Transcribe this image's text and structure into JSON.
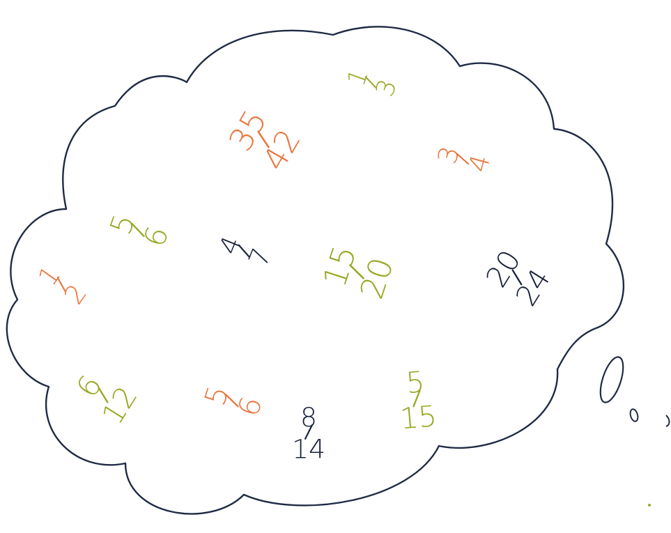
{
  "colors": {
    "outline": "#1f2b44",
    "orange": "#e8773f",
    "green": "#9aa824",
    "dark": "#16203a"
  },
  "fractions": [
    {
      "id": "frac-1-3",
      "numerator": "1",
      "denominator": "3",
      "color": "green"
    },
    {
      "id": "frac-35-42",
      "numerator": "35",
      "denominator": "42",
      "color": "orange"
    },
    {
      "id": "frac-3-4",
      "numerator": "3",
      "denominator": "4",
      "color": "orange"
    },
    {
      "id": "frac-5-6-top",
      "numerator": "5",
      "denominator": "6",
      "color": "green"
    },
    {
      "id": "frac-4-7",
      "numerator": "4",
      "denominator": "7",
      "color": "dark"
    },
    {
      "id": "frac-15-20",
      "numerator": "15",
      "denominator": "20",
      "color": "green"
    },
    {
      "id": "frac-20-24",
      "numerator": "20",
      "denominator": "24",
      "color": "dark"
    },
    {
      "id": "frac-1-2",
      "numerator": "1",
      "denominator": "2",
      "color": "orange"
    },
    {
      "id": "frac-6-12",
      "numerator": "6",
      "denominator": "12",
      "color": "green"
    },
    {
      "id": "frac-5-6-bottom",
      "numerator": "5",
      "denominator": "6",
      "color": "orange"
    },
    {
      "id": "frac-8-14",
      "numerator": "8",
      "denominator": "14",
      "color": "dark"
    },
    {
      "id": "frac-5-15",
      "numerator": "5",
      "denominator": "15",
      "color": "green"
    }
  ]
}
